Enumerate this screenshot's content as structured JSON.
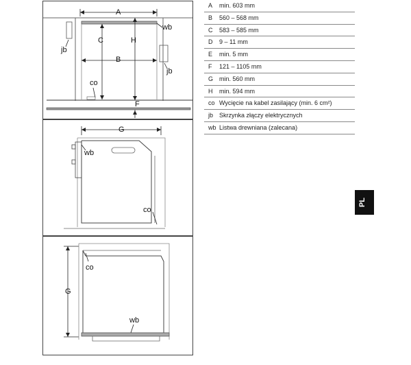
{
  "diagram1": {
    "labels": {
      "A": "A",
      "B": "B",
      "C": "C",
      "H": "H",
      "F": "F",
      "wb": "wb",
      "jb_left": "jb",
      "jb_right": "jb",
      "co": "co"
    }
  },
  "diagram2": {
    "labels": {
      "G": "G",
      "wb": "wb",
      "co": "co"
    }
  },
  "diagram3": {
    "labels": {
      "G": "G",
      "co": "co",
      "wb": "wb"
    }
  },
  "legend": [
    {
      "key": "A",
      "value": "min. 603 mm"
    },
    {
      "key": "B",
      "value": "560 – 568 mm"
    },
    {
      "key": "C",
      "value": "583 – 585 mm"
    },
    {
      "key": "D",
      "value": "9 – 11 mm"
    },
    {
      "key": "E",
      "value": "min. 5 mm"
    },
    {
      "key": "F",
      "value": "121 – 1105 mm"
    },
    {
      "key": "G",
      "value": "min. 560 mm"
    },
    {
      "key": "H",
      "value": "min. 594 mm"
    },
    {
      "key": "co",
      "value": "Wycięcie na kabel zasilający (min. 6 cm²)"
    },
    {
      "key": "jb",
      "value": "Skrzynka złączy elektrycznych"
    },
    {
      "key": "wb",
      "value": "Listwa drewniana (zalecana)"
    }
  ],
  "language_tab": "PL"
}
